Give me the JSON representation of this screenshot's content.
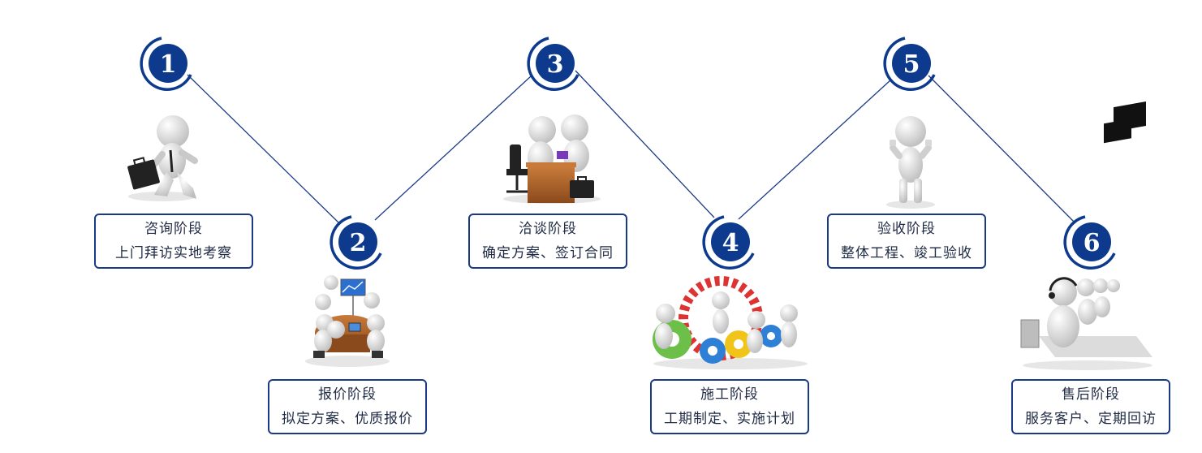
{
  "steps": [
    {
      "num": "1",
      "title": "咨询阶段",
      "desc": "上门拜访实地考察",
      "icon": "person-running-briefcase-icon"
    },
    {
      "num": "2",
      "title": "报价阶段",
      "desc": "拟定方案、优质报价",
      "icon": "team-meeting-table-icon"
    },
    {
      "num": "3",
      "title": "洽谈阶段",
      "desc": "确定方案、签订合同",
      "icon": "handshake-desk-icon"
    },
    {
      "num": "4",
      "title": "施工阶段",
      "desc": "工期制定、实施计划",
      "icon": "people-gears-icon"
    },
    {
      "num": "5",
      "title": "验收阶段",
      "desc": "整体工程、竣工验收",
      "icon": "thumbs-up-person-icon"
    },
    {
      "num": "6",
      "title": "售后阶段",
      "desc": "服务客户、定期回访",
      "icon": "call-center-headset-icon"
    }
  ],
  "colors": {
    "primary": "#0d3a8c",
    "line": "#1a3a86",
    "box_border": "#1a3a86",
    "figure": "#e8e8e8"
  }
}
